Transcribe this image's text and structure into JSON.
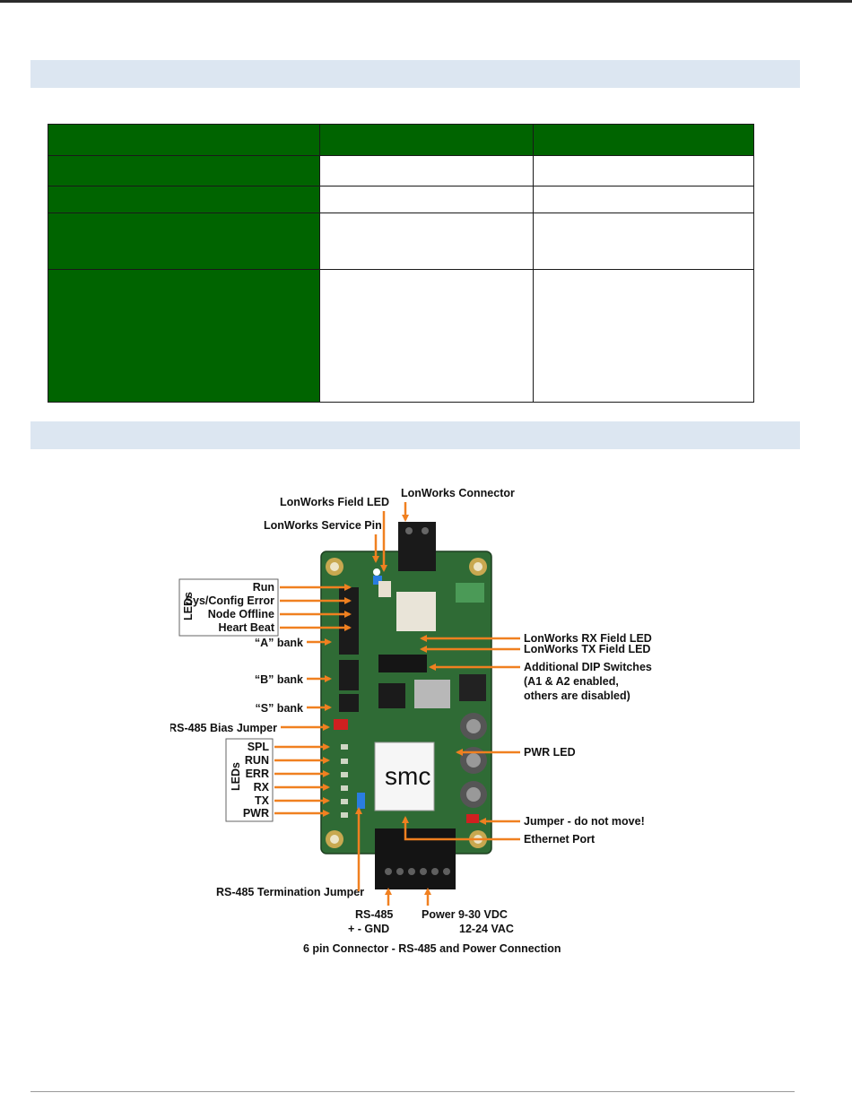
{
  "figure": {
    "top_labels": {
      "field_led": "LonWorks Field LED",
      "connector": "LonWorks Connector",
      "service_pin": "LonWorks Service Pin"
    },
    "leds_top_group": {
      "title": "LEDs",
      "items": [
        "Run",
        "Sys/Config Error",
        "Node Offline",
        "Heart Beat"
      ]
    },
    "left_labels": {
      "a_bank": "“A” bank",
      "b_bank": "“B” bank",
      "s_bank": "“S” bank",
      "bias_jumper": "RS-485 Bias Jumper"
    },
    "leds_bottom_group": {
      "title": "LEDs",
      "items": [
        "SPL",
        "RUN",
        "ERR",
        "RX",
        "TX",
        "PWR"
      ]
    },
    "right_labels": {
      "rx_led": "LonWorks RX Field LED",
      "tx_led": "LonWorks TX Field LED",
      "dip_1": "Additional DIP Switches",
      "dip_2": "(A1 & A2 enabled,",
      "dip_3": "others are disabled)",
      "pwr_led": "PWR LED",
      "jumper": "Jumper - do not move!",
      "ethernet": "Ethernet Port"
    },
    "bottom_labels": {
      "termination": "RS-485 Termination Jumper",
      "rs485": "RS-485",
      "rs485_pins": "+  -  GND",
      "power_1": "Power 9-30 VDC",
      "power_2": "12-24 VAC",
      "connector": "6 pin Connector - RS-485 and Power Connection"
    },
    "board_text": {
      "module": "smc"
    }
  }
}
